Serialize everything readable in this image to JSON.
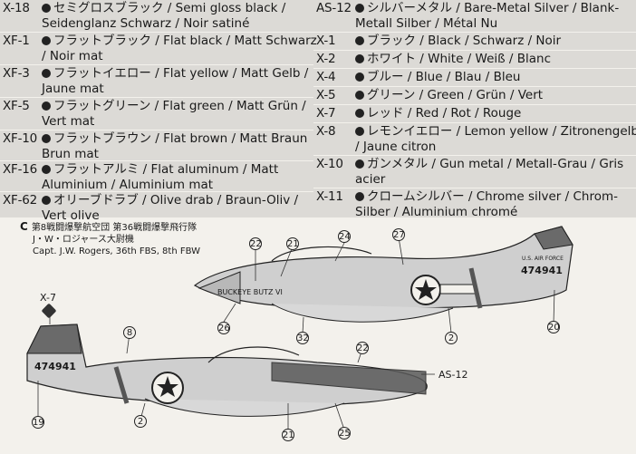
{
  "legend_left": [
    {
      "code": "X-18",
      "line1": "セミグロスブラック / Semi gloss black /",
      "line2": "Seidenglanz Schwarz / Noir satiné"
    },
    {
      "code": "XF-1",
      "line1": "フラットブラック / Flat black / Matt Schwarz",
      "line2": "/ Noir mat"
    },
    {
      "code": "XF-3",
      "line1": "フラットイエロー / Flat yellow / Matt Gelb /",
      "line2": "Jaune mat"
    },
    {
      "code": "XF-5",
      "line1": "フラットグリーン / Flat green / Matt Grün /",
      "line2": "Vert mat"
    },
    {
      "code": "XF-10",
      "line1": "フラットブラウン / Flat brown / Matt Braun",
      "line2": "Brun mat"
    },
    {
      "code": "XF-16",
      "line1": "フラットアルミ / Flat aluminum / Matt",
      "line2": "Aluminium / Aluminium mat"
    },
    {
      "code": "XF-62",
      "line1": "オリーブドラブ / Olive drab / Braun-Oliv /",
      "line2": "Vert olive"
    }
  ],
  "legend_right": [
    {
      "code": "AS-12",
      "line1": "シルバーメタル / Bare-Metal Silver / Blank-",
      "line2": "Metall Silber / Métal Nu"
    },
    {
      "code": "X-1",
      "line1": "ブラック / Black / Schwarz / Noir",
      "line2": ""
    },
    {
      "code": "X-2",
      "line1": "ホワイト / White / Weiß / Blanc",
      "line2": ""
    },
    {
      "code": "X-4",
      "line1": "ブルー / Blue / Blau / Bleu",
      "line2": ""
    },
    {
      "code": "X-5",
      "line1": "グリーン / Green / Grün / Vert",
      "line2": ""
    },
    {
      "code": "X-7",
      "line1": "レッド / Red / Rot / Rouge",
      "line2": ""
    },
    {
      "code": "X-8",
      "line1": "レモンイエロー / Lemon yellow / Zitronengelb",
      "line2": "/ Jaune citron"
    },
    {
      "code": "X-10",
      "line1": "ガンメタル / Gun metal / Metall-Grau / Gris",
      "line2": "acier"
    },
    {
      "code": "X-11",
      "line1": "クロームシルバー / Chrome silver / Chrom-",
      "line2": "Silber / Aluminium chromé"
    }
  ],
  "caption": {
    "letter": "C",
    "line1": "第8戦闘爆撃航空団 第36戦闘爆撃飛行隊",
    "line2": "J・W・ロジャース大尉機",
    "line3": "Capt. J.W. Rogers, 36th FBS, 8th FBW"
  },
  "callouts": [
    "22",
    "21",
    "24",
    "27",
    "26",
    "32",
    "2",
    "20",
    "8",
    "22",
    "19",
    "2",
    "21",
    "25"
  ],
  "labels": {
    "x7": "X-7",
    "as12": "AS-12",
    "serial_top": "474941",
    "serial_bottom": "474941",
    "nose_art": "BUCKEYE BUTZ VI",
    "usaf": "U.S. AIR FORCE"
  }
}
